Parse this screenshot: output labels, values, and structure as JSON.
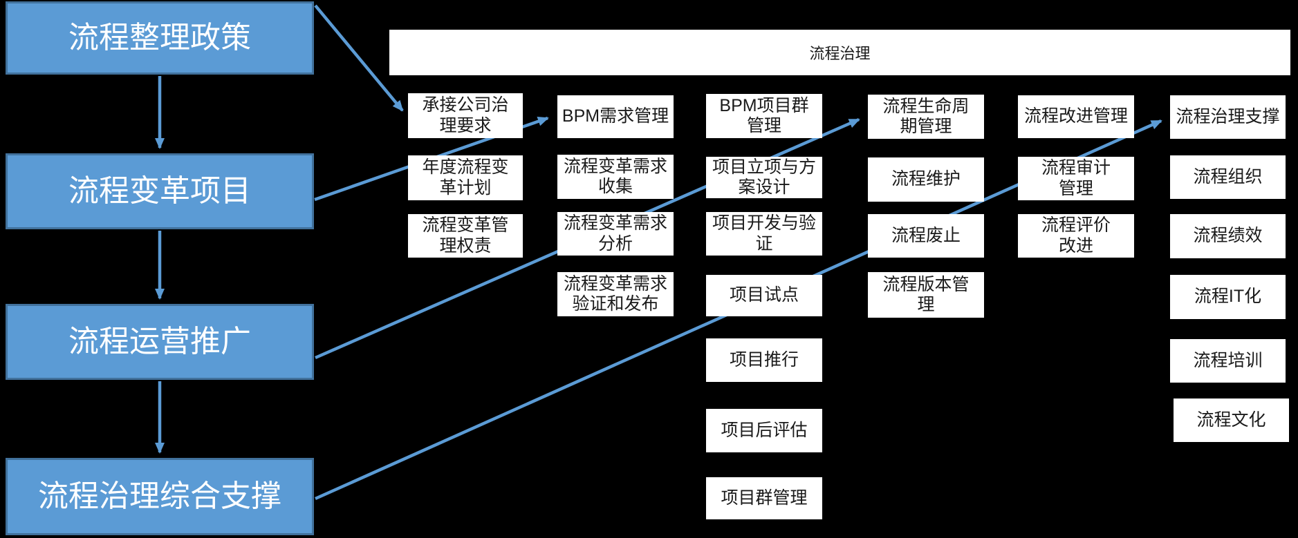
{
  "colors": {
    "accent_blue": "#5B9BD5",
    "dark_blue_border": "#41719C",
    "background": "#000000",
    "box_white": "#FFFFFF",
    "text_dark": "#1A1A1A"
  },
  "left_flow": [
    "流程整理政策",
    "流程变革项目",
    "流程运营推广",
    "流程治理综合支撑"
  ],
  "header": {
    "title": "流程治理"
  },
  "grid": {
    "columns": [
      {
        "items": [
          "承接公司治\n理要求",
          "年度流程变\n革计划",
          "流程变革管\n理权责"
        ]
      },
      {
        "items": [
          "BPM需求管理",
          "流程变革需求\n收集",
          "流程变革需求\n分析",
          "流程变革需求\n验证和发布"
        ]
      },
      {
        "items": [
          "BPM项目群\n管理",
          "项目立项与方\n案设计",
          "项目开发与验\n证",
          "项目试点",
          "项目推行",
          "项目后评估",
          "项目群管理"
        ]
      },
      {
        "items": [
          "流程生命周\n期管理",
          "流程维护",
          "流程废止",
          "流程版本管\n理"
        ]
      },
      {
        "items": [
          "流程改进管理",
          "流程审计\n管理",
          "流程评价\n改进"
        ]
      },
      {
        "items": [
          "流程治理支撑",
          "流程组织",
          "流程绩效",
          "流程IT化",
          "流程培训",
          "流程文化"
        ]
      }
    ]
  },
  "connections": {
    "vertical": [
      {
        "from": "流程整理政策",
        "to": "流程变革项目"
      },
      {
        "from": "流程变革项目",
        "to": "流程运营推广"
      },
      {
        "from": "流程运营推广",
        "to": "流程治理综合支撑"
      }
    ],
    "diagonal": [
      {
        "from": "流程整理政策",
        "to": "承接公司治理要求"
      },
      {
        "from": "流程变革项目",
        "to": "BPM需求管理"
      },
      {
        "from": "流程运营推广",
        "to": "流程生命周期管理"
      },
      {
        "from": "流程治理综合支撑",
        "to": "流程治理支撑"
      }
    ]
  }
}
